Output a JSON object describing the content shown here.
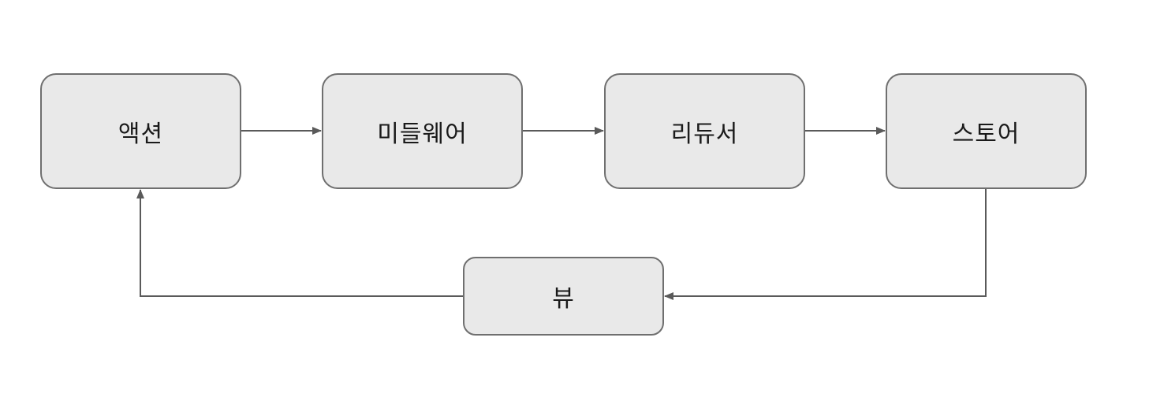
{
  "diagram": {
    "nodes": {
      "action": "액션",
      "middleware": "미들웨어",
      "reducer": "리듀서",
      "store": "스토어",
      "view": "뷰"
    },
    "edges": [
      {
        "from": "action",
        "to": "middleware"
      },
      {
        "from": "middleware",
        "to": "reducer"
      },
      {
        "from": "reducer",
        "to": "store"
      },
      {
        "from": "store",
        "to": "view"
      },
      {
        "from": "view",
        "to": "action"
      }
    ],
    "colors": {
      "node_fill": "#e9e9e9",
      "node_border": "#6f6f6f",
      "edge": "#5a5a5a"
    }
  }
}
